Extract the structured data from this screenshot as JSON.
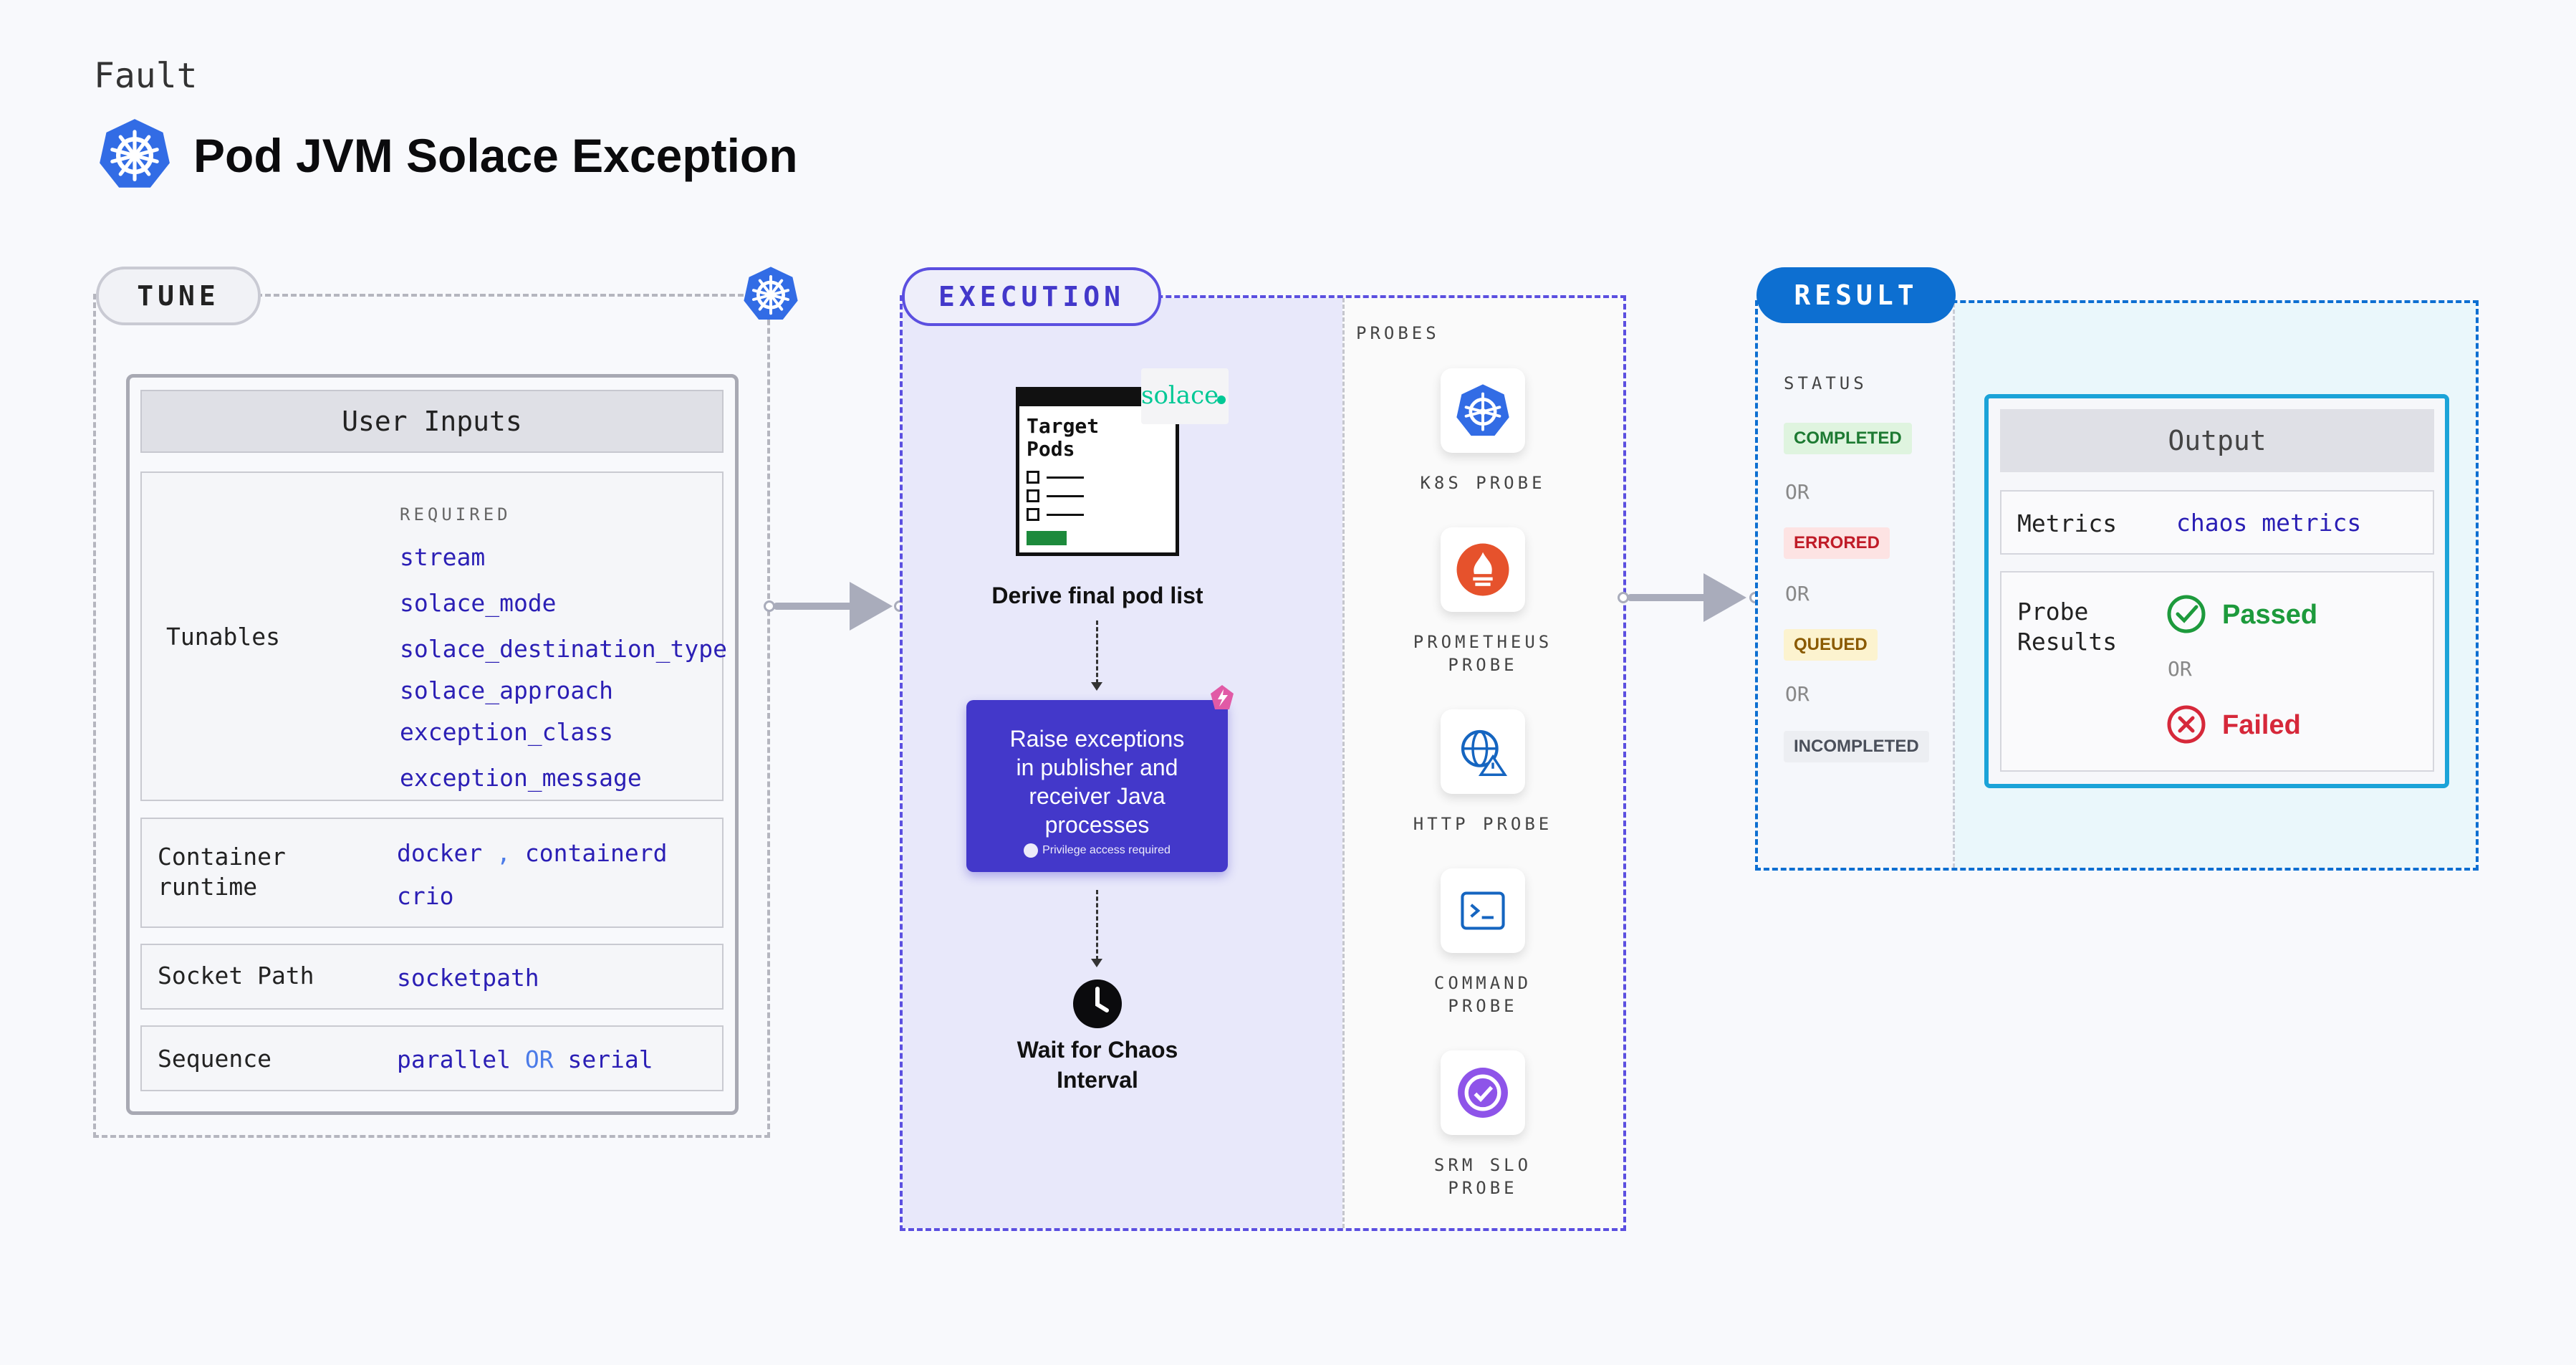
{
  "header": {
    "fault_label": "Fault",
    "title": "Pod JVM Solace Exception"
  },
  "tune": {
    "pill": "TUNE",
    "user_inputs": "User Inputs",
    "tunables_label": "Tunables",
    "required_label": "REQUIRED",
    "tunables": [
      "stream",
      "solace_mode",
      "solace_destination_type",
      "solace_approach",
      "exception_class",
      "exception_message"
    ],
    "container_runtime_label_1": "Container",
    "container_runtime_label_2": "runtime",
    "runtime_docker": "docker",
    "runtime_sep": ",",
    "runtime_containerd": "containerd",
    "runtime_crio": "crio",
    "socket_path_label": "Socket Path",
    "socket_path_value": "socketpath",
    "sequence_label": "Sequence",
    "sequence_parallel": "parallel",
    "sequence_or": "OR",
    "sequence_serial": "serial"
  },
  "execution": {
    "pill": "EXECUTION",
    "target_line_1": "Target",
    "target_line_2": "Pods",
    "solace_logo": "solace",
    "derive_step": "Derive final pod list",
    "raise_line_1": "Raise exceptions",
    "raise_line_2": "in publisher and",
    "raise_line_3": "receiver Java",
    "raise_line_4": "processes",
    "privilege": "Privilege access required",
    "wait_line_1": "Wait for Chaos",
    "wait_line_2": "Interval",
    "probes_label": "PROBES",
    "probes": [
      {
        "line1": "K8S PROBE",
        "line2": "",
        "icon": "k8s-icon"
      },
      {
        "line1": "PROMETHEUS",
        "line2": "PROBE",
        "icon": "prometheus-icon"
      },
      {
        "line1": "HTTP PROBE",
        "line2": "",
        "icon": "http-globe-icon"
      },
      {
        "line1": "COMMAND",
        "line2": "PROBE",
        "icon": "terminal-icon"
      },
      {
        "line1": "SRM SLO",
        "line2": "PROBE",
        "icon": "srm-slo-icon"
      }
    ]
  },
  "result": {
    "pill": "RESULT",
    "status_label": "STATUS",
    "statuses": [
      "COMPLETED",
      "ERRORED",
      "QUEUED",
      "INCOMPLETED"
    ],
    "or": "OR",
    "output_label": "Output",
    "metrics_label": "Metrics",
    "metrics_value": "chaos metrics",
    "probe_results_line_1": "Probe",
    "probe_results_line_2": "Results",
    "passed": "Passed",
    "failed": "Failed"
  },
  "colors": {
    "tune_border": "#b5b6bf",
    "execution_accent": "#4338ca",
    "result_accent": "#0d6fd1",
    "output_border": "#1ba3d8",
    "value_text": "#2b1fb5",
    "passed": "#1d9a3c",
    "failed": "#d6283a"
  }
}
